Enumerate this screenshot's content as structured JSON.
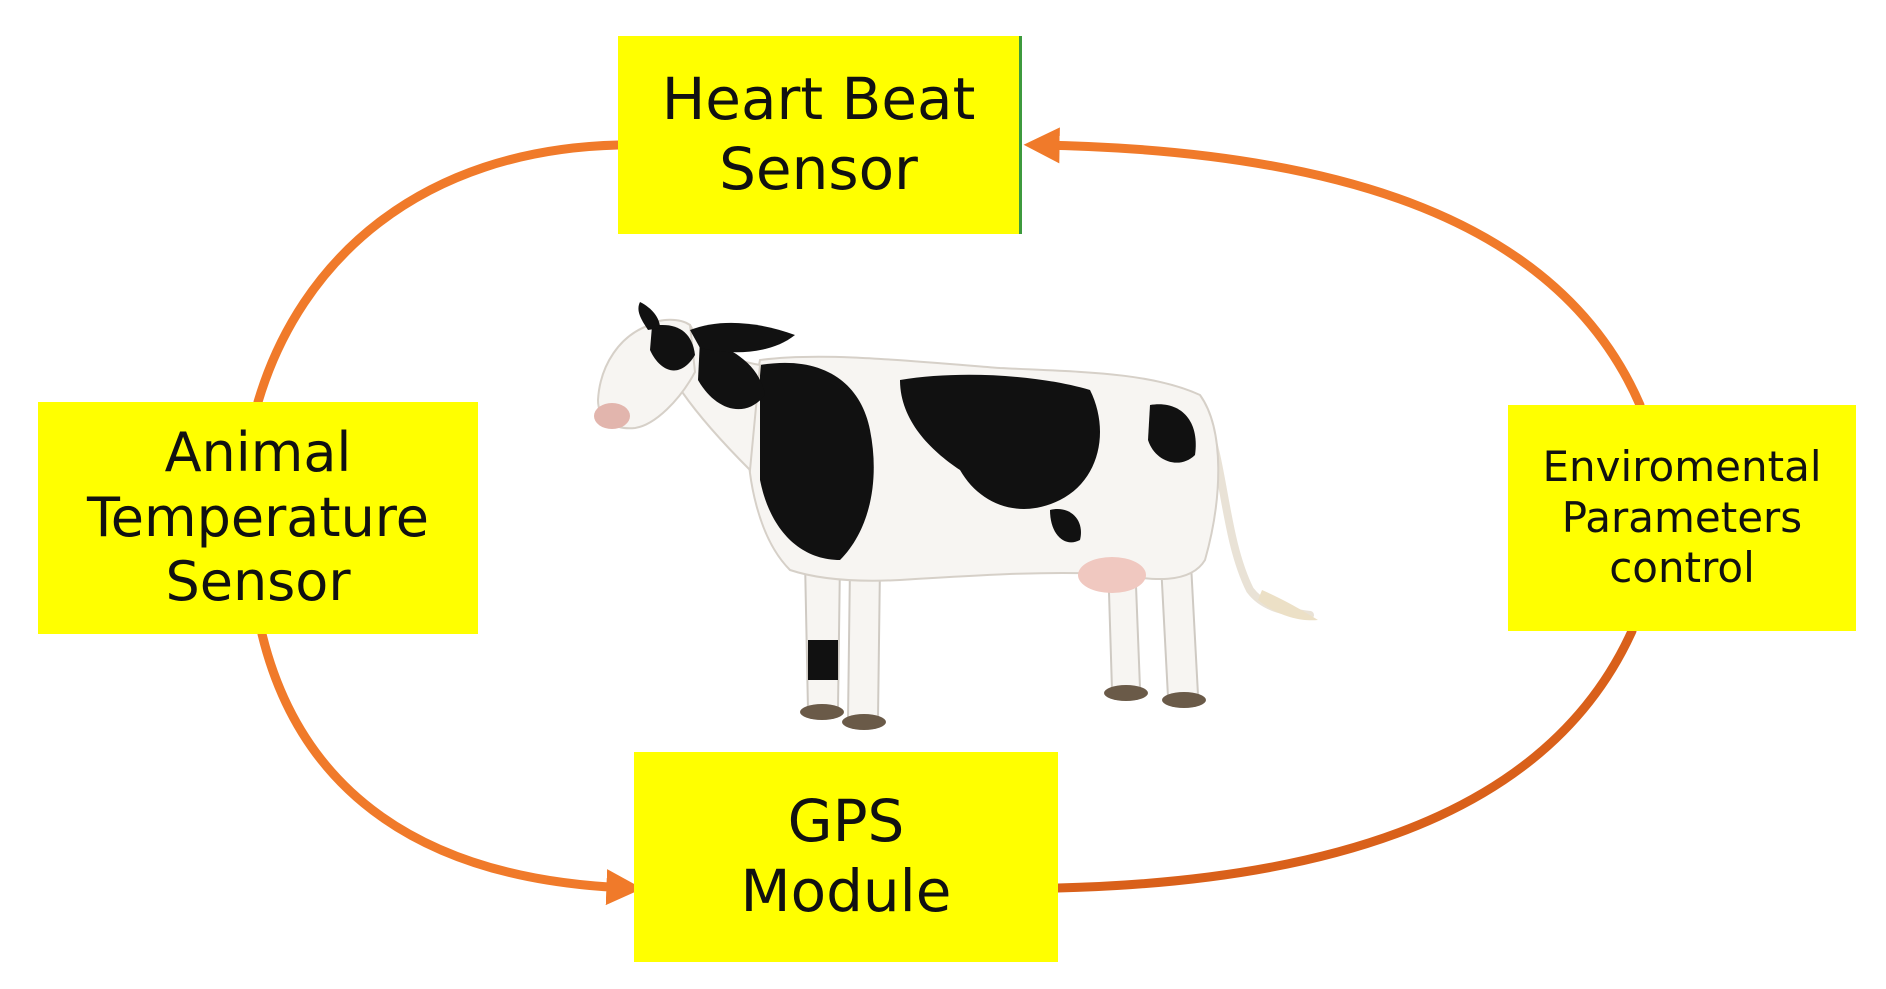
{
  "colors": {
    "box_fill": "#ffff00",
    "arrow": "#f07a2a",
    "arrow_dark": "#d9601a",
    "cow_black": "#111111",
    "cow_white": "#f7f5f2",
    "udder_pink": "#f0c8c0",
    "hoof": "#6a5a48"
  },
  "boxes": {
    "heart_beat": {
      "label": "Heart Beat\nSensor"
    },
    "animal_temperature": {
      "label": "Animal\nTemperature\nSensor"
    },
    "environmental": {
      "label": "Enviromental\nParameters\ncontrol"
    },
    "gps": {
      "label": "GPS\nModule"
    }
  },
  "arrows": [
    {
      "from": "heart_beat",
      "to": "animal_temperature",
      "arrowhead": false
    },
    {
      "from": "animal_temperature",
      "to": "gps",
      "arrowhead": true
    },
    {
      "from": "gps",
      "to": "environmental",
      "arrowhead": false
    },
    {
      "from": "environmental",
      "to": "heart_beat",
      "arrowhead": true
    }
  ],
  "center_image": {
    "subject": "holstein-cow"
  }
}
